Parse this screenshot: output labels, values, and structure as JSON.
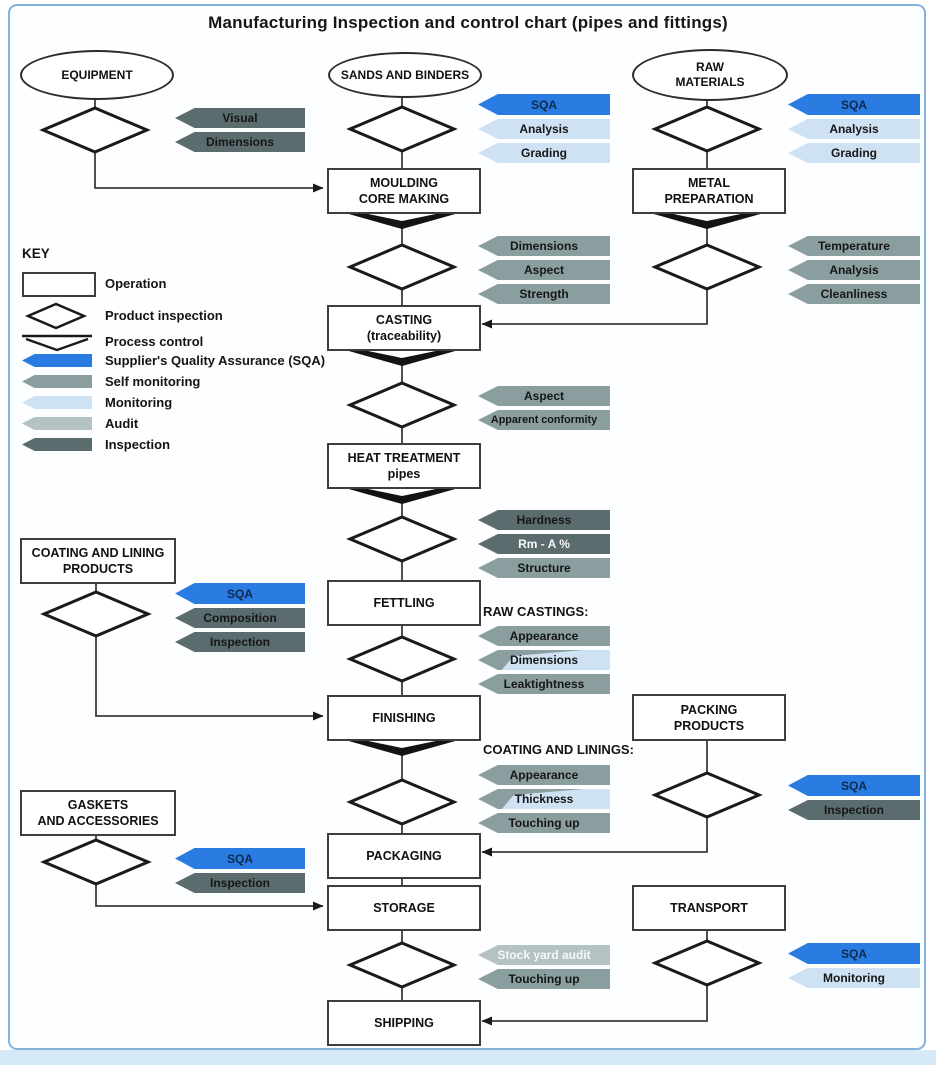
{
  "title": "Manufacturing Inspection and control chart (pipes and fittings)",
  "key": {
    "heading": "KEY",
    "items": {
      "operation": "Operation",
      "product_inspection": "Product inspection",
      "process_control": "Process control",
      "sqa": "Supplier's Quality Assurance (SQA)",
      "self_monitoring": "Self monitoring",
      "monitoring": "Monitoring",
      "audit": "Audit",
      "inspection": "Inspection"
    }
  },
  "colors": {
    "sqa_blue": "#2a7ce2",
    "self_monitoring_gray": "#8a9e9f",
    "monitoring_light_blue": "#cfe2f4",
    "audit_light_gray": "#b4c2c4",
    "inspection_dark_gray": "#5b6c6e",
    "frame_blue": "#85b2dd"
  },
  "nodes": {
    "equipment": "EQUIPMENT",
    "sands_and_binders": "SANDS AND BINDERS",
    "raw_materials": "RAW\nMATERIALS",
    "moulding": "MOULDING\nCORE MAKING",
    "metal_preparation": "METAL\nPREPARATION",
    "casting": "CASTING\n(traceability)",
    "heat_treatment": "HEAT TREATMENT\npipes",
    "fettling": "FETTLING",
    "coating_products": "COATING AND LINING\nPRODUCTS",
    "finishing": "FINISHING",
    "packing_products": "PACKING\nPRODUCTS",
    "gaskets": "GASKETS\nAND ACCESSORIES",
    "packaging": "PACKAGING",
    "storage": "STORAGE",
    "transport": "TRANSPORT",
    "shipping": "SHIPPING"
  },
  "headings": {
    "raw_castings": "RAW CASTINGS:",
    "coating_linings": "COATING AND LININGS:"
  },
  "tags": {
    "equipment": [
      "Visual",
      "Dimensions"
    ],
    "sands": [
      "SQA",
      "Analysis",
      "Grading"
    ],
    "raw_materials": [
      "SQA",
      "Analysis",
      "Grading"
    ],
    "moulding": [
      "Dimensions",
      "Aspect",
      "Strength"
    ],
    "metal": [
      "Temperature",
      "Analysis",
      "Cleanliness"
    ],
    "casting": [
      "Aspect",
      "Apparent conformity"
    ],
    "heat": [
      "Hardness",
      "Rm - A %",
      "Structure"
    ],
    "coating_products": [
      "SQA",
      "Composition",
      "Inspection"
    ],
    "raw_castings": [
      "Appearance",
      "Dimensions",
      "Leaktightness"
    ],
    "coating_linings": [
      "Appearance",
      "Thickness",
      "Touching up"
    ],
    "gaskets": [
      "SQA",
      "Inspection"
    ],
    "packing": [
      "SQA",
      "Inspection"
    ],
    "storage": [
      "Stock yard audit",
      "Touching up"
    ],
    "transport": [
      "SQA",
      "Monitoring"
    ]
  }
}
